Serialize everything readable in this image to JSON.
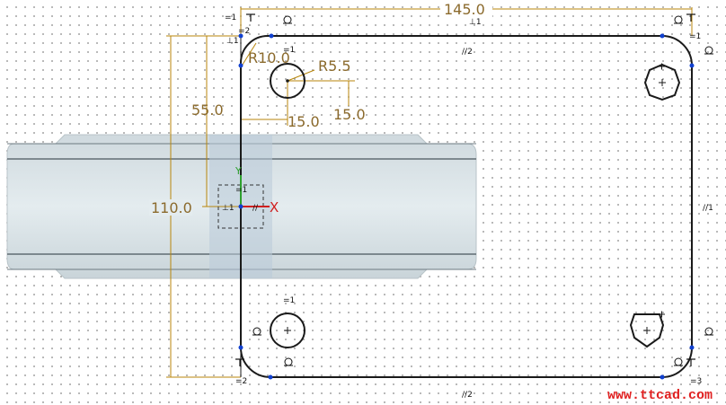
{
  "app": {
    "accent_color": "#b8860b",
    "geometry_color": "#1a1a1a",
    "vertex_color": "#1040d0"
  },
  "dimensions": {
    "width": "145.0",
    "height": "110.0",
    "offset_y": "55.0",
    "radius_corner": "R10.0",
    "radius_hole": "R5.5",
    "hole_x": "15.0",
    "hole_y": "15.0"
  },
  "axes": {
    "x_label": "X",
    "y_label": "Y"
  },
  "constraints": {
    "parallel_top": "//2",
    "parallel_bottom": "//2",
    "parallel_right": "//1",
    "parallel_center": "//",
    "equal_top_left": "=1",
    "equal_top": "=1",
    "equal_bottom": "=1",
    "perp_top_mid": "⊥1",
    "perp_center": "⊥1",
    "perp_top_left": "⊥1",
    "eq_top_left_2": "=2",
    "eq_bottom_left": "=2",
    "eq_bottom_right": "=3",
    "eq_top_right": "=1",
    "eq_center": "=1"
  },
  "watermark": "www.ttcad.com"
}
